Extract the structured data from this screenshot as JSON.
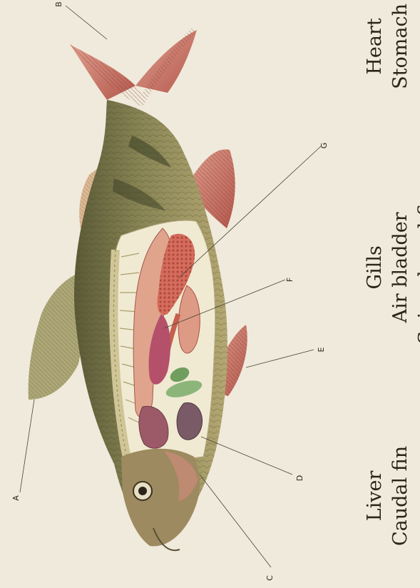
{
  "labels": {
    "a": "A",
    "b": "B",
    "c": "C",
    "d": "D",
    "e": "E",
    "f": "F",
    "g": "G"
  },
  "legend": {
    "column1": [
      "Liver",
      "Caudal fin"
    ],
    "column2": [
      "Gills",
      "Air bladder",
      "Spiny dorsal fin"
    ],
    "column3": [
      "Heart",
      "Stomach"
    ]
  },
  "colors": {
    "paper": "#efeadc",
    "body_olive": "#7d7a4e",
    "fin_red": "#c8776b",
    "organ_pink": "#d88a7c",
    "green_organ": "#7aa36a",
    "ink": "#2b2418"
  }
}
